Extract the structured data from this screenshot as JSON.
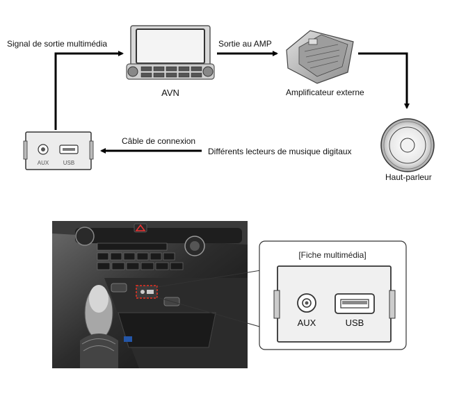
{
  "labels": {
    "signal_output": "Signal de sortie multimédia",
    "amp_output": "Sortie au AMP",
    "avn": "AVN",
    "ext_amplifier": "Amplificateur externe",
    "speaker": "Haut-parleur",
    "connection_cable": "Câble de connexion",
    "music_players": "Différents lecteurs de musique digitaux"
  },
  "jack_small": {
    "aux": "AUX",
    "usb": "USB"
  },
  "inset": {
    "title": "[Fiche multimédia]",
    "aux": "AUX",
    "usb": "USB"
  }
}
